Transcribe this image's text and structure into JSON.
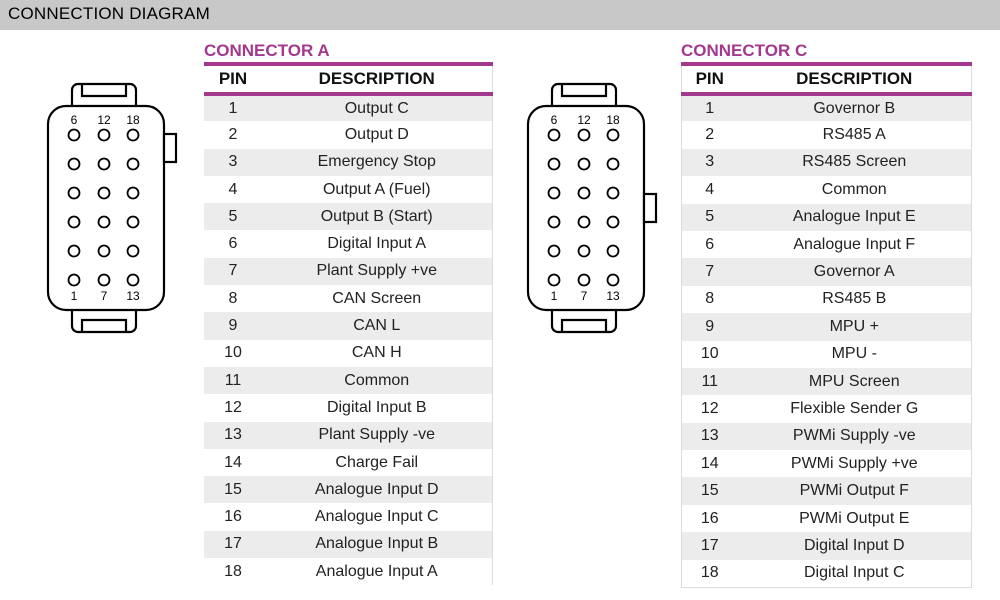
{
  "header": {
    "title": "CONNECTION DIAGRAM"
  },
  "connector_a": {
    "title": "CONNECTOR A",
    "col_pin": "PIN",
    "col_desc": "DESCRIPTION",
    "pin_labels": {
      "top": [
        "6",
        "12",
        "18"
      ],
      "bottom": [
        "1",
        "7",
        "13"
      ]
    },
    "rows": [
      {
        "pin": "1",
        "desc": "Output C"
      },
      {
        "pin": "2",
        "desc": "Output D"
      },
      {
        "pin": "3",
        "desc": "Emergency Stop"
      },
      {
        "pin": "4",
        "desc": "Output A (Fuel)"
      },
      {
        "pin": "5",
        "desc": "Output B (Start)"
      },
      {
        "pin": "6",
        "desc": "Digital Input A"
      },
      {
        "pin": "7",
        "desc": "Plant Supply +ve"
      },
      {
        "pin": "8",
        "desc": "CAN Screen"
      },
      {
        "pin": "9",
        "desc": "CAN L"
      },
      {
        "pin": "10",
        "desc": "CAN H"
      },
      {
        "pin": "11",
        "desc": "Common"
      },
      {
        "pin": "12",
        "desc": "Digital Input B"
      },
      {
        "pin": "13",
        "desc": "Plant Supply -ve"
      },
      {
        "pin": "14",
        "desc": "Charge Fail"
      },
      {
        "pin": "15",
        "desc": "Analogue Input D"
      },
      {
        "pin": "16",
        "desc": "Analogue Input C"
      },
      {
        "pin": "17",
        "desc": "Analogue Input B"
      },
      {
        "pin": "18",
        "desc": "Analogue Input A"
      }
    ]
  },
  "connector_c": {
    "title": "CONNECTOR C",
    "col_pin": "PIN",
    "col_desc": "DESCRIPTION",
    "pin_labels": {
      "top": [
        "6",
        "12",
        "18"
      ],
      "bottom": [
        "1",
        "7",
        "13"
      ]
    },
    "rows": [
      {
        "pin": "1",
        "desc": "Governor B"
      },
      {
        "pin": "2",
        "desc": "RS485 A"
      },
      {
        "pin": "3",
        "desc": "RS485 Screen"
      },
      {
        "pin": "4",
        "desc": "Common"
      },
      {
        "pin": "5",
        "desc": "Analogue Input E"
      },
      {
        "pin": "6",
        "desc": "Analogue Input F"
      },
      {
        "pin": "7",
        "desc": "Governor A"
      },
      {
        "pin": "8",
        "desc": "RS485 B"
      },
      {
        "pin": "9",
        "desc": "MPU +"
      },
      {
        "pin": "10",
        "desc": "MPU -"
      },
      {
        "pin": "11",
        "desc": "MPU Screen"
      },
      {
        "pin": "12",
        "desc": "Flexible Sender G"
      },
      {
        "pin": "13",
        "desc": "PWMi Supply -ve"
      },
      {
        "pin": "14",
        "desc": "PWMi Supply +ve"
      },
      {
        "pin": "15",
        "desc": "PWMi Output F"
      },
      {
        "pin": "16",
        "desc": "PWMi Output E"
      },
      {
        "pin": "17",
        "desc": "Digital Input D"
      },
      {
        "pin": "18",
        "desc": "Digital Input C"
      }
    ]
  },
  "colors": {
    "accent": "#a3388f",
    "header_bg": "#c8c8c8",
    "row_alt": "#ececec"
  }
}
